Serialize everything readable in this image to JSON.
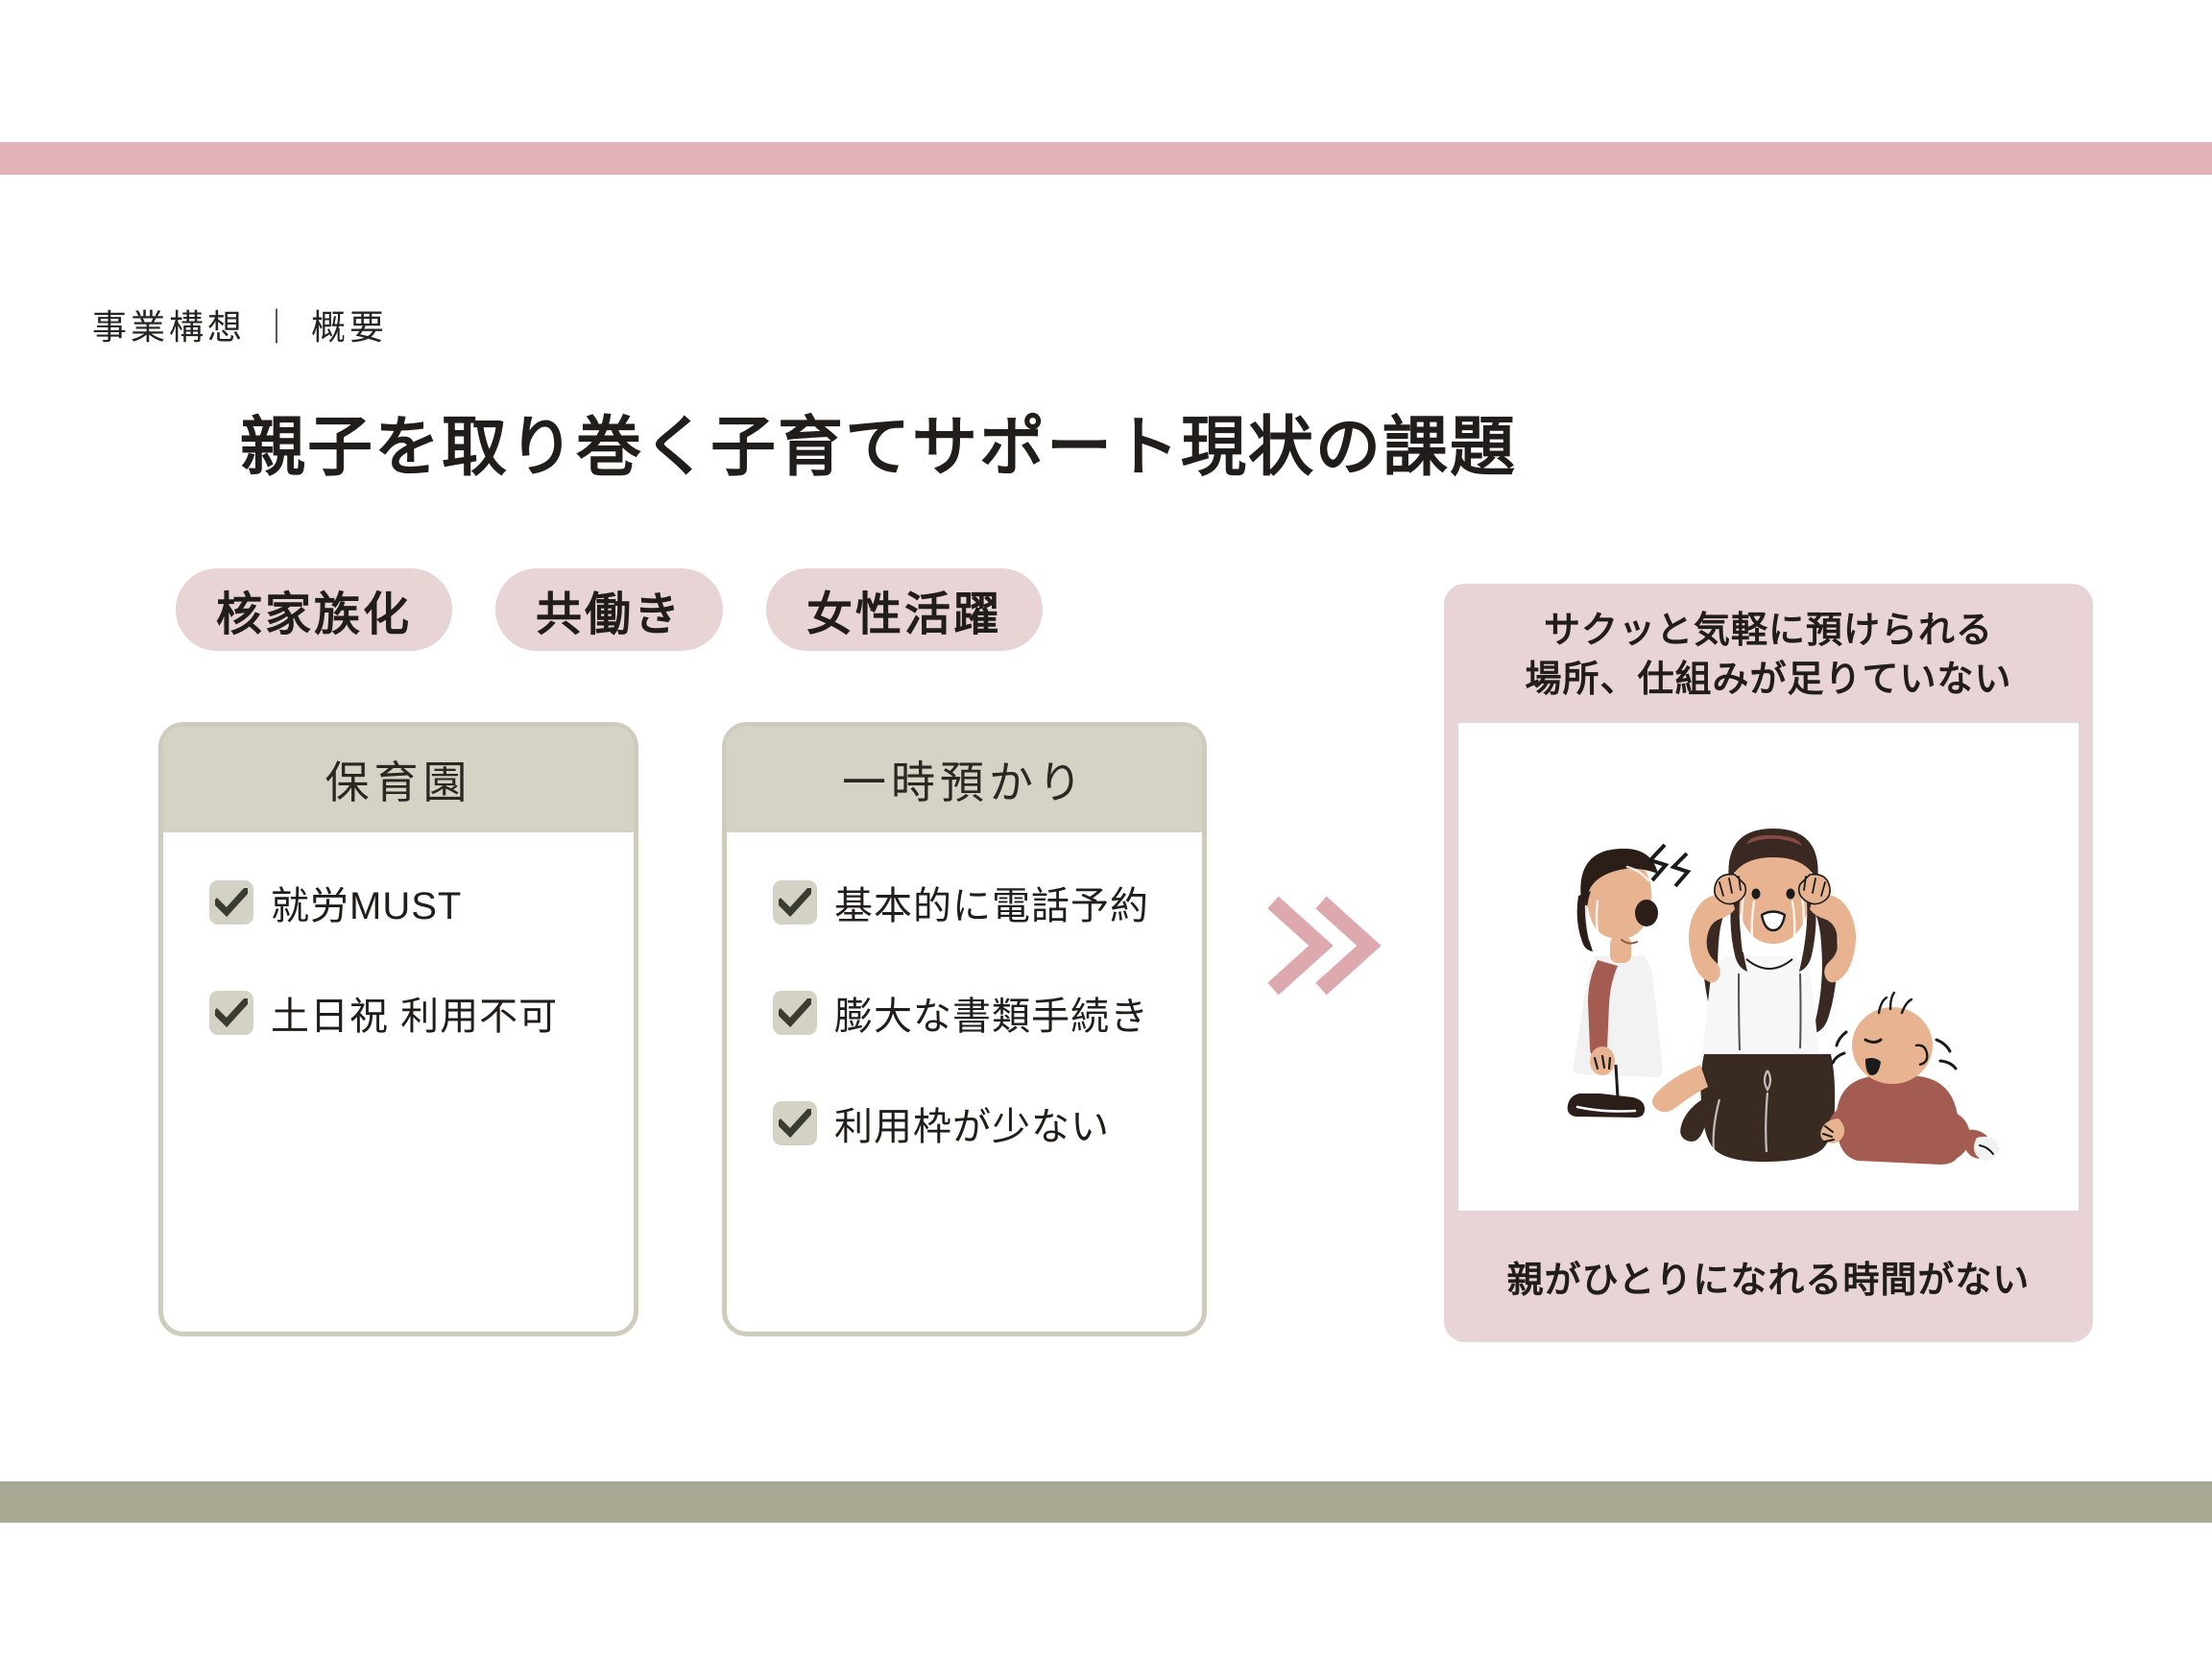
{
  "slide": {
    "breadcrumb": "事業構想 ｜ 概要",
    "title": "親子を取り巻く子育てサポート現状の課題"
  },
  "tags": [
    {
      "label": "核家族化"
    },
    {
      "label": "共働き"
    },
    {
      "label": "女性活躍"
    }
  ],
  "cards": [
    {
      "title": "保育園",
      "items": [
        {
          "label": "就労MUST"
        },
        {
          "label": "土日祝 利用不可"
        }
      ]
    },
    {
      "title": "一時預かり",
      "items": [
        {
          "label": "基本的に電話予約"
        },
        {
          "label": "膨大な書類手続き"
        },
        {
          "label": "利用枠が少ない"
        }
      ]
    }
  ],
  "arrow": {
    "icon": "double-chevron-right-icon"
  },
  "panel": {
    "headline_line1": "サクッと気軽に預けられる",
    "headline_line2": "場所、仕組みが足りていない",
    "caption": "親がひとりになれる時間がない",
    "illustration": "stressed-mother-with-crying-children-illustration"
  },
  "colors": {
    "accent_pink": "#e1b2b8",
    "tag_pink": "#e8d3d5",
    "panel_pink": "#e8d3d7",
    "accent_sage": "#a8a893",
    "card_border": "#cfccbe",
    "card_head": "#d5d2c6",
    "checkbox": "#d4d2c5",
    "text_dark": "#201d1a"
  }
}
